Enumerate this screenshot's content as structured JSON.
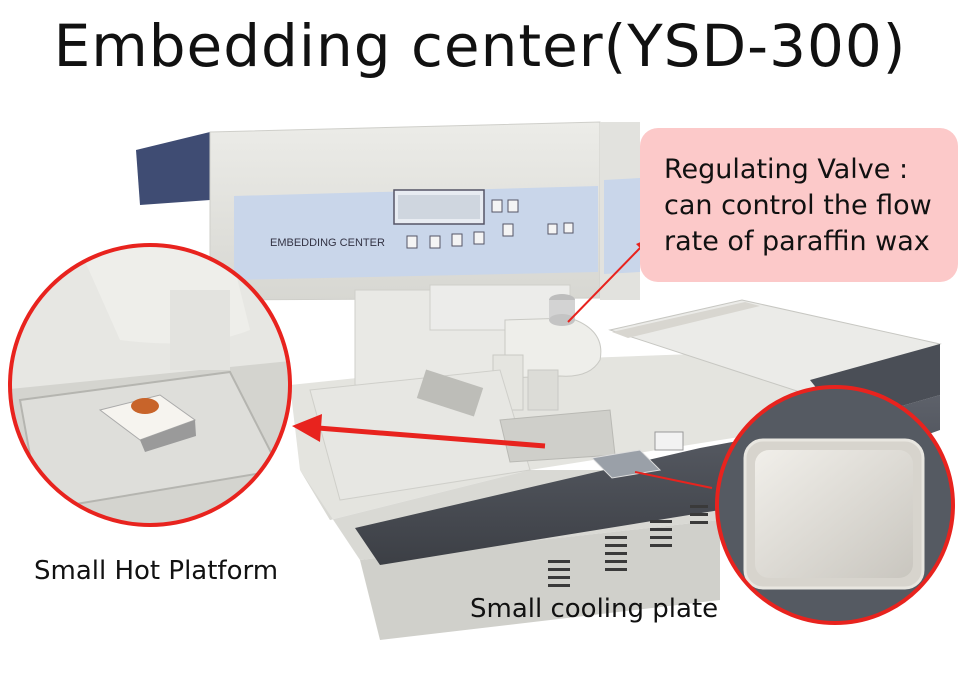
{
  "title": "Embedding center(YSD-300)",
  "callout": {
    "line1": "Regulating Valve :",
    "line2": "can control the flow",
    "line3": "rate of paraffin wax"
  },
  "labels": {
    "hot_platform": "Small Hot Platform",
    "cooling_plate": "Small cooling plate"
  },
  "device": {
    "panel_text": "EMBEDDING CENTER",
    "colors": {
      "body": "#e6e6e2",
      "panel": "#c9d6ea",
      "dark_tray": "#4f535b",
      "arrow": "#e8231e",
      "callout_bg": "#fcc9c9",
      "circle_border": "#e8231e"
    }
  }
}
